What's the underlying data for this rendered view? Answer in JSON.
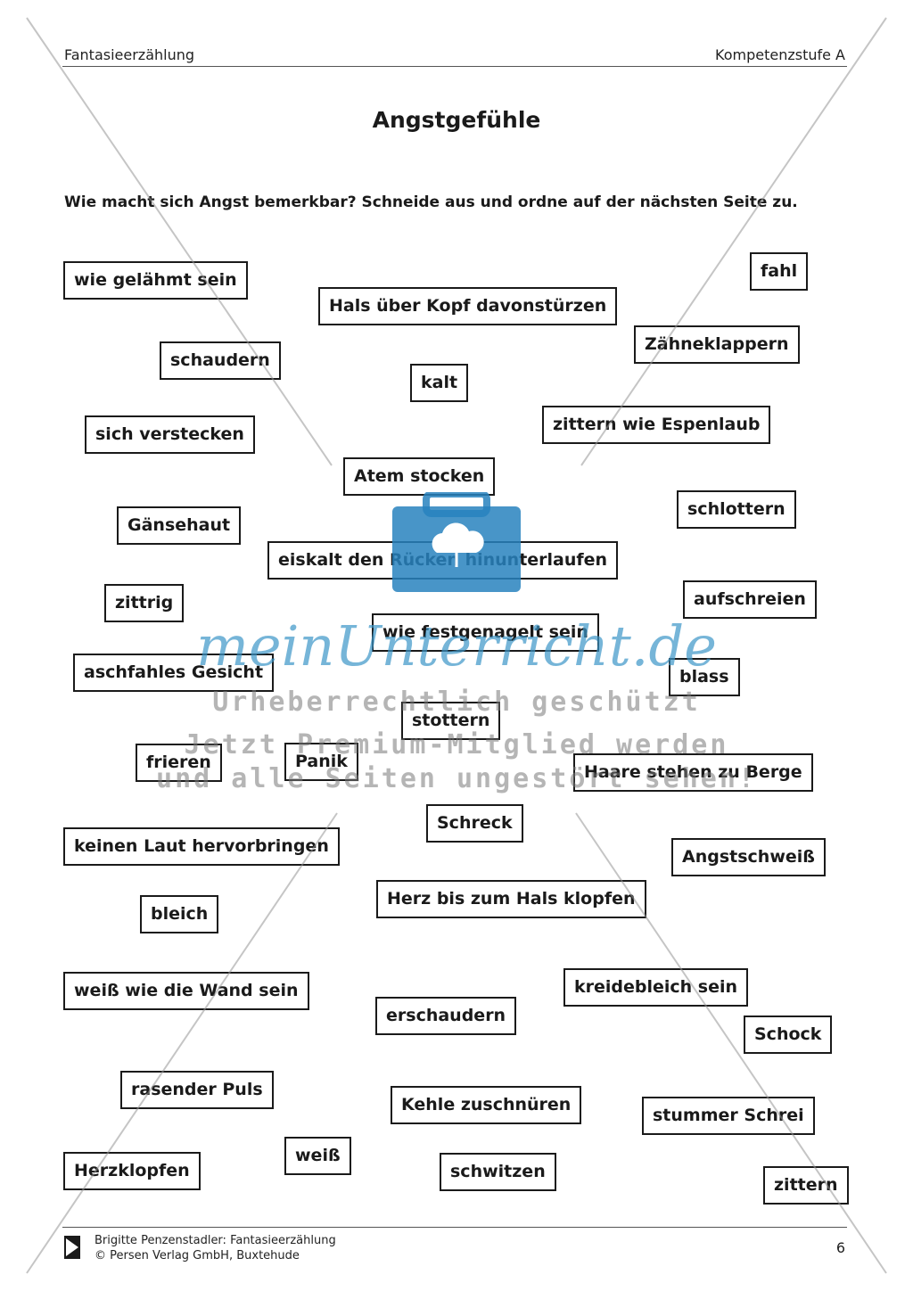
{
  "header": {
    "left": "Fantasieerzählung",
    "right": "Kompetenzstufe A"
  },
  "title": "Angstgefühle",
  "instruction": "Wie macht sich Angst bemerkbar? Schneide aus und ordne auf der nächsten Seite zu.",
  "words": [
    "wie gelähmt sein",
    "fahl",
    "Hals über Kopf davonstürzen",
    "Zähneklappern",
    "schaudern",
    "kalt",
    "sich verstecken",
    "zittern wie Espenlaub",
    "Atem stocken",
    "schlottern",
    "Gänsehaut",
    "eiskalt den Rücken hinunterlaufen",
    "zittrig",
    "aufschreien",
    "wie festgenagelt sein",
    "aschfahles Gesicht",
    "blass",
    "stottern",
    "frieren",
    "Panik",
    "Haare stehen zu Berge",
    "Schreck",
    "keinen Laut hervorbringen",
    "Angstschweiß",
    "Herz bis zum Hals klopfen",
    "bleich",
    "kreidebleich sein",
    "weiß wie die Wand sein",
    "erschaudern",
    "Schock",
    "rasender Puls",
    "Kehle zuschnüren",
    "stummer Schrei",
    "weiß",
    "Herzklopfen",
    "schwitzen",
    "zittern"
  ],
  "footer": {
    "line1": "Brigitte Penzenstadler: Fantasieerzählung",
    "line2": "© Persen Verlag GmbH, Buxtehude",
    "page": "6"
  },
  "watermark": {
    "brand": "meinUnterricht.de",
    "line1": "Urheberrechtlich geschützt",
    "line2": "Jetzt Premium-Mitglied werden",
    "line3": "und alle Seiten ungestört sehen!",
    "color": "#4a9ccc"
  }
}
